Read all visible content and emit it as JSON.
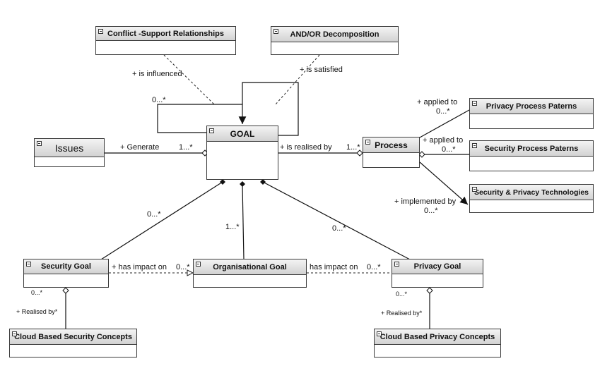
{
  "classes": {
    "conflict": "Conflict -Support  Relationships",
    "andor": "AND/OR Decomposition",
    "goal": "GOAL",
    "issues": "Issues",
    "process": "Process",
    "privacy_process": "Privacy Process Paterns",
    "security_process": "Security Process Paterns",
    "technologies": "Security & Privacy Technologies",
    "security_goal": "Security Goal",
    "organisational_goal": "Organisational Goal",
    "privacy_goal": "Privacy Goal",
    "cloud_security": "Cloud Based Security Concepts",
    "cloud_privacy": "Cloud Based Privacy Concepts"
  },
  "labels": {
    "is_influenced": "+ is influenced",
    "is_satisfied": "+ is satisfied",
    "self_mult": "0...*",
    "generate": "+ Generate",
    "generate_mult": "1...*",
    "is_realised_by": "+  is realised by",
    "realised_mult": "1...*",
    "applied_to_1": "+ applied to",
    "applied_mult_1": "0...*",
    "applied_to_2": "+ applied to",
    "applied_mult_2": "0...*",
    "implemented_by": "+ implemented by",
    "implemented_mult": "0...*",
    "sec_goal_mult": "0...*",
    "org_goal_mult": "1...*",
    "priv_goal_mult": "0...*",
    "has_impact_1": "+ has impact on",
    "has_impact_mult_1": "0...*",
    "has_impact_2": "has impact on",
    "has_impact_mult_2": "0...*",
    "sec_realised_mult": "0...*",
    "sec_realised_by": "+ Realised by*",
    "priv_realised_mult": "0...*",
    "priv_realised_by": "+ Realised by*"
  }
}
